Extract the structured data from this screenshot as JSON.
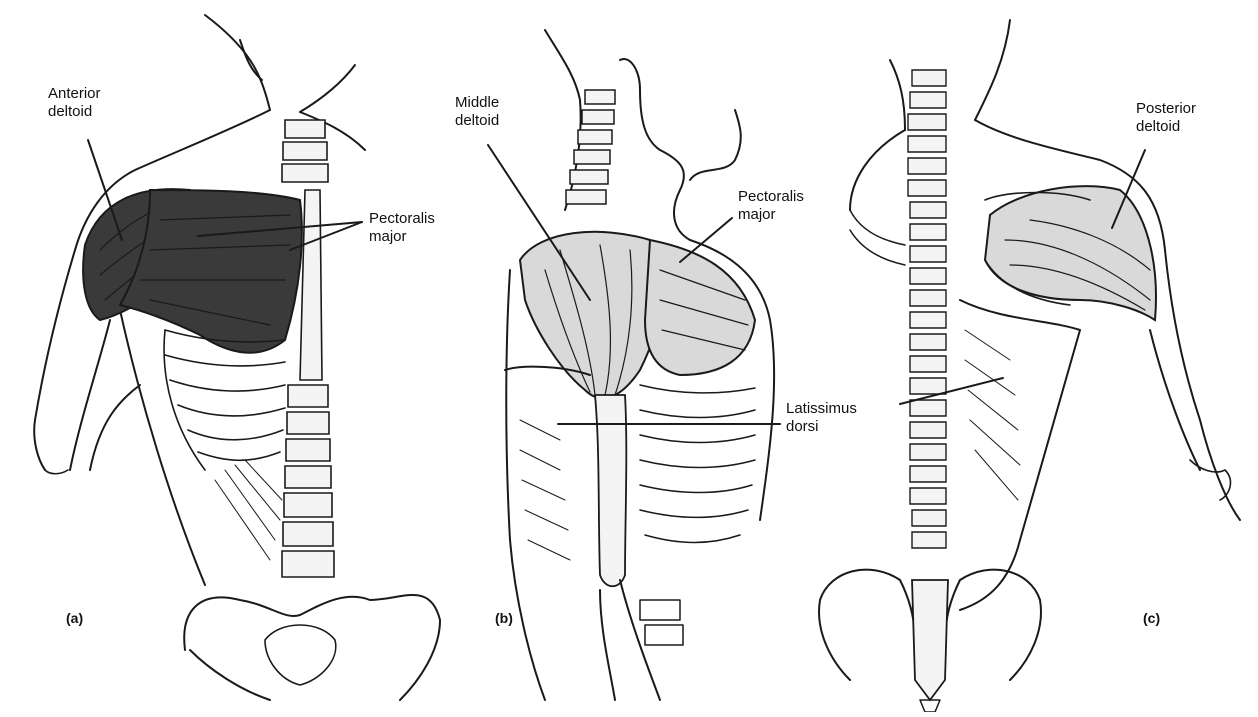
{
  "labels": {
    "anterior_deltoid": [
      "Anterior",
      "deltoid"
    ],
    "pectoralis_major_a": [
      "Pectoralis",
      "major"
    ],
    "middle_deltoid": [
      "Middle",
      "deltoid"
    ],
    "pectoralis_major_b": [
      "Pectoralis",
      "major"
    ],
    "latissimus_dorsi": [
      "Latissimus",
      "dorsi"
    ],
    "posterior_deltoid": [
      "Posterior",
      "deltoid"
    ]
  },
  "panels": {
    "a": "(a)",
    "b": "(b)",
    "c": "(c)"
  }
}
